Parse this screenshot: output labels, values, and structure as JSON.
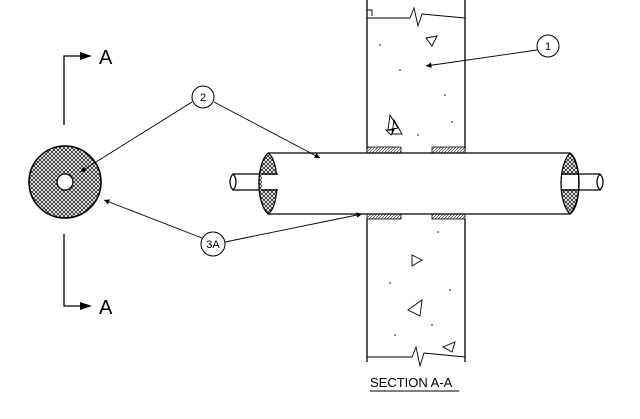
{
  "drawing": {
    "section_marker_top": "A",
    "section_marker_bottom": "A",
    "callouts": {
      "one": "1",
      "two": "2",
      "three_a": "3A"
    },
    "section_title": "SECTION A-A"
  }
}
